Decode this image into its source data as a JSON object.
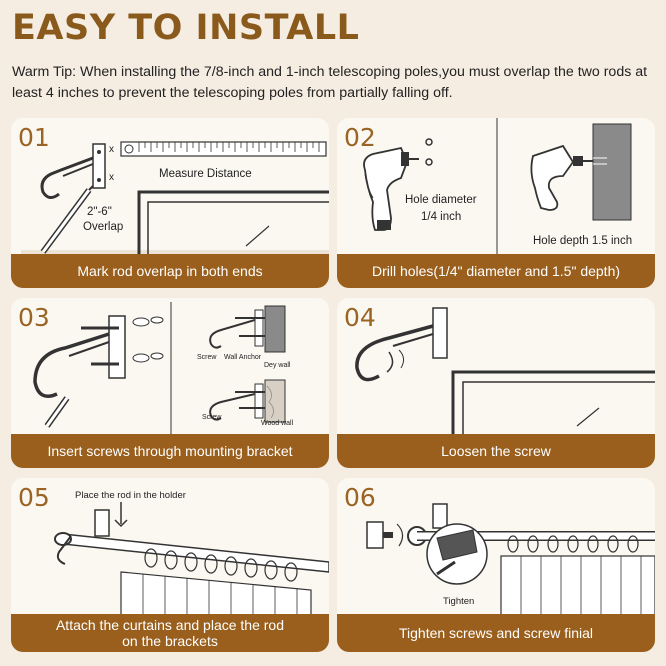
{
  "header": {
    "title": "EASY TO INSTALL",
    "tip": "Warm Tip: When installing the 7/8-inch and 1-inch telescoping poles,you must overlap the two rods at least 4 inches to prevent the telescoping poles from partially falling off."
  },
  "steps": [
    {
      "number": "01",
      "caption": "Mark rod  overlap in both ends",
      "labels": {
        "measure": "Measure Distance",
        "overlap_size": "2\"-6\"",
        "overlap": "Overlap",
        "x1": "x",
        "x2": "x"
      }
    },
    {
      "number": "02",
      "caption": "Drill holes(1/4\" diameter and 1.5\" depth)",
      "labels": {
        "hole_diameter": "Hole diameter",
        "quarter_inch": "1/4 inch",
        "hole_depth": "Hole depth 1.5 inch"
      }
    },
    {
      "number": "03",
      "caption": "Insert screws through mounting bracket",
      "labels": {
        "screw1": "Screw",
        "wall_anchor": "Wall Anchor",
        "dry_wall": "Dey wall",
        "screw2": "Screw",
        "wood_wall": "Wood wall"
      }
    },
    {
      "number": "04",
      "caption": "Loosen the screw",
      "labels": {}
    },
    {
      "number": "05",
      "caption_line1": "Attach the curtains and place the rod",
      "caption_line2": "on the brackets",
      "labels": {
        "place_rod": "Place the rod in the holder"
      }
    },
    {
      "number": "06",
      "caption": "Tighten screws and screw finial",
      "labels": {
        "tighten": "Tighten"
      }
    }
  ],
  "colors": {
    "background": "#f6ede2",
    "panel": "#fbf8f2",
    "accent": "#9a5f1c",
    "title": "#8a5a1c"
  }
}
